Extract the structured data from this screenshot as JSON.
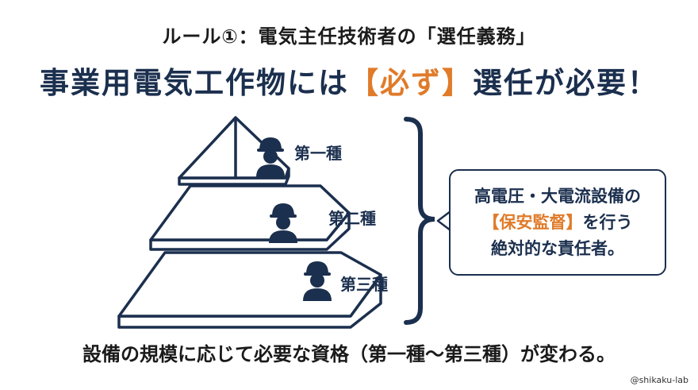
{
  "rule_title": "ルール①：電気主任技術者の「選任義務」",
  "headline": {
    "before": "事業用電気工作物には",
    "accent": "【必ず】",
    "after": "選任が必要！"
  },
  "tiers": [
    {
      "label": "第一種",
      "icon": "worker-helmet-icon"
    },
    {
      "label": "第二種",
      "icon": "worker-helmet-icon"
    },
    {
      "label": "第三種",
      "icon": "worker-helmet-icon"
    }
  ],
  "callout": {
    "line1": "高電圧・大電流設備の",
    "line2_accent": "【保安監督】",
    "line2_rest": "を行う",
    "line3": "絶対的な責任者。"
  },
  "bottom_text": "設備の規模に応じて必要な資格（第一種〜第三種）が変わる。",
  "credit": "@shikaku-lab",
  "colors": {
    "navy": "#1b2f4e",
    "accent": "#e07b2a"
  }
}
